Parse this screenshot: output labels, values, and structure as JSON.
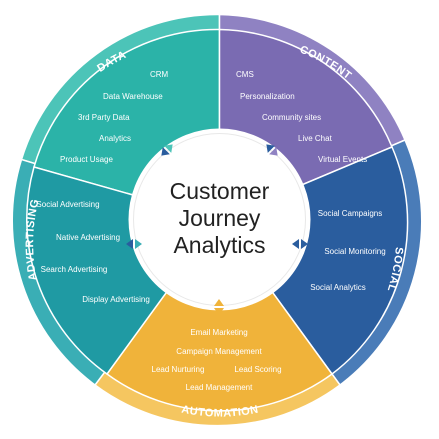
{
  "center": {
    "title_lines": [
      "Customer",
      "Journey",
      "Analytics"
    ]
  },
  "segments": {
    "data": {
      "label": "DATA",
      "items": [
        "CRM",
        "Data Warehouse",
        "3rd Party Data",
        "Analytics",
        "Product Usage"
      ],
      "color": "#2bb3a8",
      "ring_color": "#4cc4b8"
    },
    "content": {
      "label": "CONTENT",
      "items": [
        "CMS",
        "Personalization",
        "Community sites",
        "Live Chat",
        "Virtual Events"
      ],
      "color": "#7a6bb2",
      "ring_color": "#8f82c2"
    },
    "social": {
      "label": "SOCIAL",
      "items": [
        "Social Campaigns",
        "Social Monitoring",
        "Social Analytics"
      ],
      "color": "#2a5d9e",
      "ring_color": "#4a7cb8"
    },
    "automation": {
      "label": "AUTOMATION",
      "items": [
        "Email Marketing",
        "Campaign Management",
        "Lead Nurturing",
        "Lead Scoring",
        "Lead Management"
      ],
      "color": "#f0b33a",
      "ring_color": "#f5c660"
    },
    "advertising": {
      "label": "ADVERTISING",
      "items": [
        "Social Advertising",
        "Native Advertising",
        "Search Advertising",
        "Display Advertising"
      ],
      "color": "#1f9aa3",
      "ring_color": "#3aaeb5"
    }
  },
  "icons": [
    "bidirectional-arrow-icon"
  ]
}
